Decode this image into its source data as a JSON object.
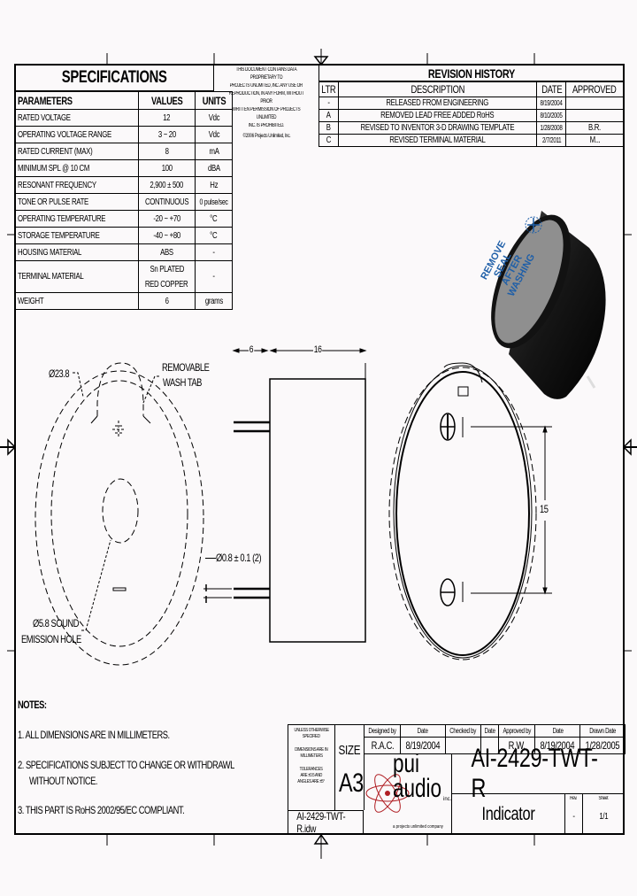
{
  "specifications": {
    "title": "SPECIFICATIONS",
    "headers": [
      "PARAMETERS",
      "VALUES",
      "UNITS"
    ],
    "rows": [
      {
        "parameter": "RATED VOLTAGE",
        "value": "12",
        "unit": "Vdc"
      },
      {
        "parameter": "OPERATING VOLTAGE RANGE",
        "value": "3 ~ 20",
        "unit": "Vdc"
      },
      {
        "parameter": "RATED CURRENT (MAX)",
        "value": "8",
        "unit": "mA"
      },
      {
        "parameter": "MINIMUM SPL @ 10 CM",
        "value": "100",
        "unit": "dBA"
      },
      {
        "parameter": "RESONANT FREQUENCY",
        "value": "2,900 ± 500",
        "unit": "Hz"
      },
      {
        "parameter": "TONE OR PULSE RATE",
        "value": "CONTINUOUS",
        "unit": "0 pulse/sec"
      },
      {
        "parameter": "OPERATING TEMPERATURE",
        "value": "-20 ~ +70",
        "unit": "°C"
      },
      {
        "parameter": "STORAGE TEMPERATURE",
        "value": "-40 ~ +80",
        "unit": "°C"
      },
      {
        "parameter": "HOUSING MATERIAL",
        "value": "ABS",
        "unit": "-"
      },
      {
        "parameter": "TERMINAL MATERIAL",
        "value": "Sn PLATED",
        "value2": "RED COPPER",
        "unit": "-"
      },
      {
        "parameter": "WEIGHT",
        "value": "6",
        "unit": "grams"
      }
    ]
  },
  "proprietary_notice": {
    "lines": [
      "THIS DOCUMENT CONTAINS DATA PROPRIETARY TO",
      "PROJECTS UNLIMITED, INC. ANY USE OR",
      "REPRODUCTION, IN ANY FORM, WITHOUT PRIOR",
      "WRITTEN PERMISSION OF PROJECTS UNLIMITED",
      "INC. IS PROHIBITED."
    ],
    "copyright": "©2006 Projects Unlimited, Inc."
  },
  "revision_history": {
    "title": "REVISION HISTORY",
    "headers": [
      "LTR",
      "DESCRIPTION",
      "DATE",
      "APPROVED"
    ],
    "rows": [
      {
        "ltr": "-",
        "description": "RELEASED FROM ENGINEERING",
        "date": "8/19/2004",
        "approved": ""
      },
      {
        "ltr": "A",
        "description": "REMOVED LEAD FREE ADDED RoHS",
        "date": "8/10/2005",
        "approved": ""
      },
      {
        "ltr": "B",
        "description": "REVISED TO INVENTOR 3-D DRAWING TEMPLATE",
        "date": "1/28/2008",
        "approved": "B.R."
      },
      {
        "ltr": "C",
        "description": "REVISED TERMINAL MATERIAL",
        "date": "2/7/2011",
        "approved": "M..."
      }
    ]
  },
  "drawing": {
    "front_view": {
      "diameter_label": "Ø23.8",
      "wash_tab_label_1": "REMOVABLE",
      "wash_tab_label_2": "WASH TAB",
      "sound_hole_label_1": "Ø5.8 SOUND",
      "sound_hole_label_2": "EMISSION HOLE"
    },
    "side_view": {
      "lead_length": "6",
      "body_height": "16",
      "pin_diameter": "Ø0.8 ± 0.1 (2)"
    },
    "rear_view": {
      "pin_spacing": "15",
      "centerline_symbol": "¢"
    },
    "render_3d": {
      "seal_text": [
        "REMOVE",
        "SEAL",
        "AFTER",
        "WASHING"
      ],
      "seal_text_color": "#1f5fa8",
      "body_color": "#111111",
      "seal_color": "#8e8e8e"
    }
  },
  "notes": {
    "title": "NOTES:",
    "items": [
      "1. ALL DIMENSIONS ARE IN MILLIMETERS.",
      "2. SPECIFICATIONS SUBJECT TO CHANGE OR WITHDRAWL",
      "WITHOUT NOTICE.",
      "3. THIS PART IS RoHS 2002/95/EC COMPLIANT."
    ]
  },
  "title_block": {
    "tolerance_notes": [
      "UNLESS OTHERWISE",
      "SPECIFIED",
      "DIMENSIONS ARE IN",
      "MILLIMETERS",
      "TOLERANCES",
      "ARE ±0.5 AND",
      "ANGLES ARE ±5°"
    ],
    "size_label": "SIZE",
    "size_value": "A3",
    "file_name": "AI-2429-TWT-R.idw",
    "headers": [
      "Designed by",
      "Date",
      "Checked by",
      "Date",
      "Approved by",
      "Date",
      "Drawn Date"
    ],
    "values": [
      "R.A.C.",
      "8/19/2004",
      "",
      "",
      "R.W.",
      "8/19/2004",
      "1/28/2005"
    ],
    "part_number": "AI-2429-TWT-R",
    "description": "Indicator",
    "revision_label": "Rev.",
    "revision_value": "-",
    "sheet_label": "Sheet",
    "sheet_value": "1/1",
    "logo": {
      "line1": "pui",
      "line2": "audio",
      "suffix": "inc.",
      "tagline": "a projects unlimited company",
      "accent_color": "#b01e23"
    }
  }
}
